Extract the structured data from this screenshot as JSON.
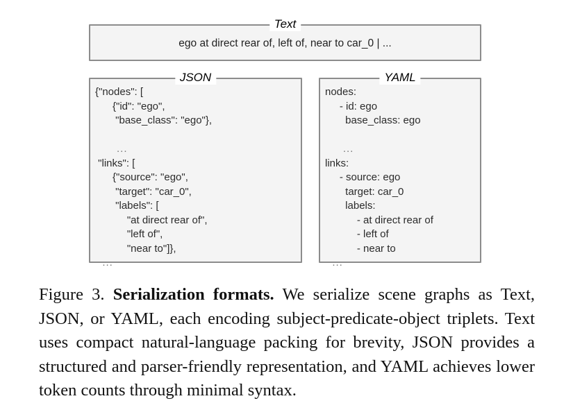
{
  "figure": {
    "panels": [
      {
        "id": "text",
        "title": "Text",
        "body": "ego at direct rear of, left of, near to car_0 | ..."
      },
      {
        "id": "json",
        "title": "JSON",
        "lines": [
          "{\"nodes\": [",
          "      {\"id\": \"ego\",",
          "       \"base_class\": \"ego\"},",
          "",
          "      ...",
          " \"links\": [",
          "      {\"source\": \"ego\",",
          "       \"target\": \"car_0\",",
          "       \"labels\": [",
          "           \"at direct rear of\",",
          "           \"left of\",",
          "           \"near to\"]},",
          "  ..."
        ]
      },
      {
        "id": "yaml",
        "title": "YAML",
        "lines": [
          "nodes:",
          "     - id: ego",
          "       base_class: ego",
          "",
          "     ...",
          "links:",
          "     - source: ego",
          "       target: car_0",
          "       labels:",
          "           - at direct rear of",
          "           - left of",
          "           - near to",
          "  ..."
        ]
      }
    ]
  },
  "caption": {
    "label": "Figure 3.",
    "bold_title": "Serialization formats.",
    "text": "We serialize scene graphs as Text, JSON, or YAML, each encoding subject-predicate-object triplets.  Text uses compact natural-language packing for brevity, JSON provides a structured and parser-friendly representation, and YAML achieves lower token counts through minimal syntax."
  },
  "colors": {
    "panel_fill": "#f4f4f4",
    "panel_border": "#8c8c8c",
    "page_background": "#ffffff",
    "body_text": "#2b2b2b",
    "caption_text": "#111111"
  }
}
